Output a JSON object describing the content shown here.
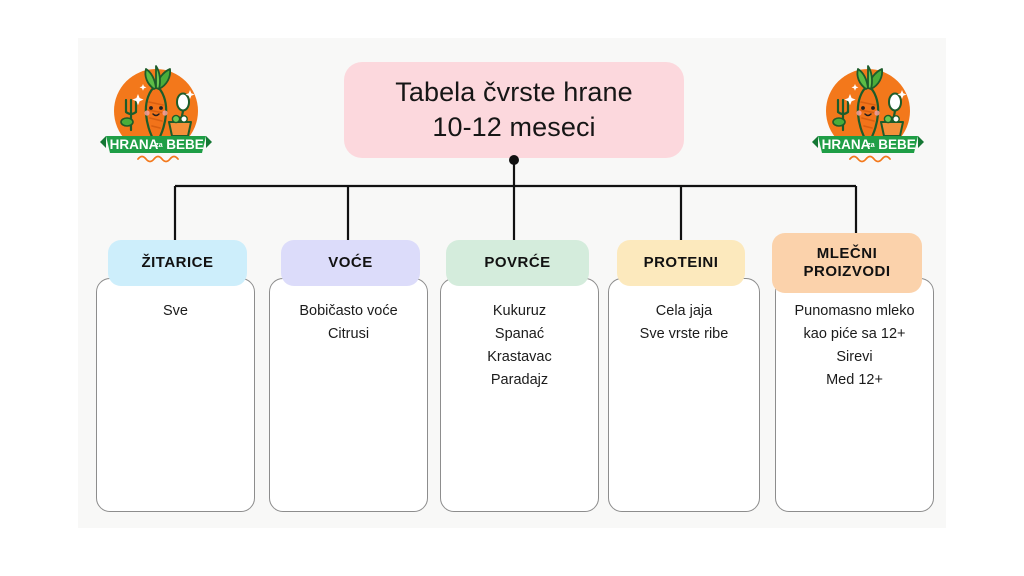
{
  "title": {
    "line1": "Tabela čvrste hrane",
    "line2": "10-12 meseci",
    "chip_color": "#fcd8dd"
  },
  "logo": {
    "banner_main": "HRANA",
    "banner_small": "za",
    "banner_end": "BEBE",
    "circle_color": "#f3781b",
    "ribbon_color": "#1f9e46"
  },
  "columns": [
    {
      "id": "zitarice",
      "label": "ŽITARICE",
      "chip_color": "#cdeefb",
      "items": [
        "Sve"
      ]
    },
    {
      "id": "voce",
      "label": "VOĆE",
      "chip_color": "#dcdcfa",
      "items": [
        "Bobičasto voće",
        "Citrusi"
      ]
    },
    {
      "id": "povrce",
      "label": "POVRĆE",
      "chip_color": "#d4ecdc",
      "items": [
        "Kukuruz",
        "Spanać",
        "Krastavac",
        "Paradajz"
      ]
    },
    {
      "id": "proteini",
      "label": "PROTEINI",
      "chip_color": "#fce9bd",
      "items": [
        "Cela jaja",
        "Sve vrste ribe"
      ]
    },
    {
      "id": "mlecni-proizvodi",
      "label": "MLEČNI PROIZVODI",
      "label_line1": "MLEČNI",
      "label_line2": "PROIZVODI",
      "chip_color": "#fbd2ab",
      "items": [
        "Punomasno mleko",
        "kao piće sa 12+",
        "Sirevi",
        "Med 12+"
      ]
    }
  ],
  "theme": {
    "page_background": "#ffffff",
    "panel_background": "#f8f8f7",
    "card_background": "#ffffff",
    "card_border": "#8d8d8d",
    "connector_color": "#111111"
  }
}
